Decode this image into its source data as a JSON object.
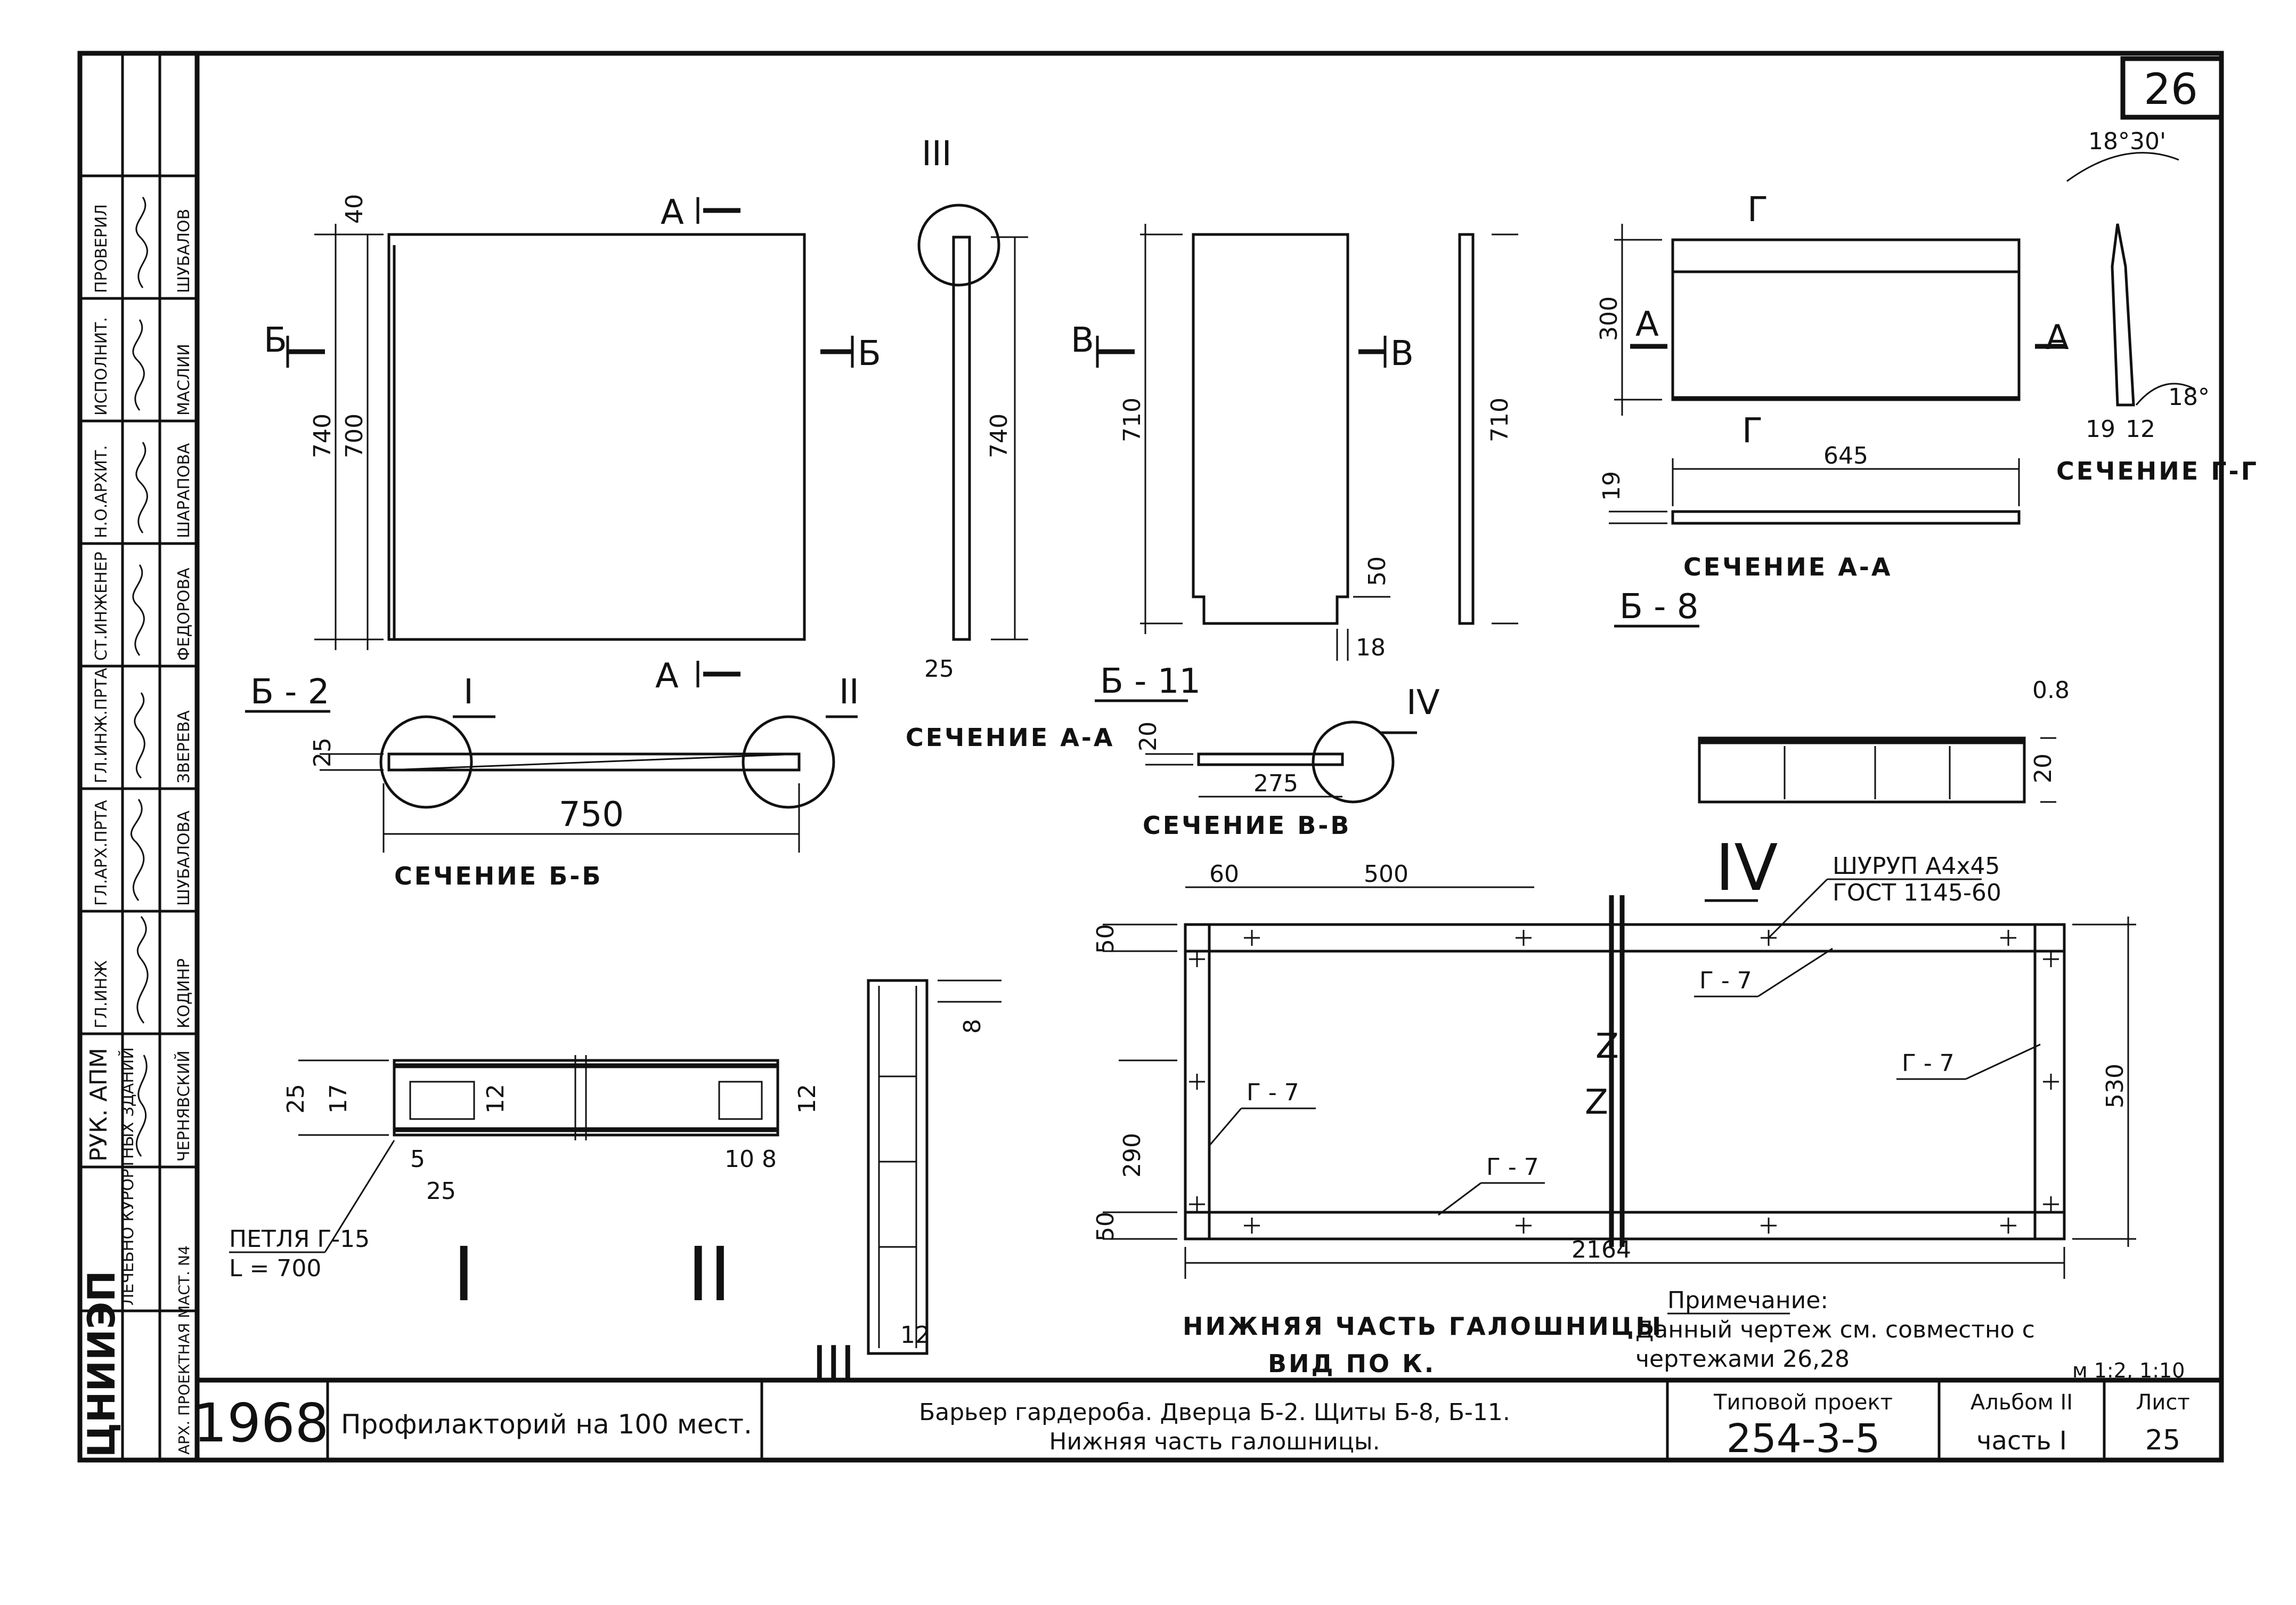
{
  "sheet": {
    "number": "26"
  },
  "stamp": {
    "org": "ЦНИИЭП",
    "dept": "ЛЕЧЕБНО КУРОРТНЫХ ЗДАНИЙ",
    "workshop": "АРХ. ПРОЕКТНАЯ МАСТ. N4",
    "roles": [
      "РУК. АПМ",
      "ГЛ.ИНЖ",
      "ГЛ.АРХ.ПРТА",
      "ГЛ.ИНЖ.ПРТА",
      "СТ.ИНЖЕНЕР",
      "Н.О.АРХИТ.",
      "ИСПОЛНИТ.",
      "ПРОВЕРИЛ"
    ],
    "names": [
      "ЧЕРНЯВСКИЙ",
      "КОДИНР",
      "ШУБАЛОВА",
      "ЗВЕРЕВА",
      "ФЕДОРОВА",
      "ШАРАПОВА",
      "МАСЛИИ",
      "ШУБАЛОВ"
    ],
    "year": "1968",
    "project_name": "Профилакторий на 100 мест.",
    "drawing_title_1": "Барьер гардероба. Дверца Б-2. Щиты Б-8, Б-11.",
    "drawing_title_2": "Нижняя часть галошницы.",
    "typical_project_label": "Типовой проект",
    "typical_project_no": "254-3-5",
    "album_label": "Альбом II",
    "album_part": "часть I",
    "list_label": "Лист",
    "list_no": "25"
  },
  "drawing": {
    "b2": {
      "name": "Б - 2",
      "dims": {
        "top": "40",
        "height_outer": "740",
        "height_inner": "700",
        "width": "750",
        "thickness": "25"
      },
      "section_marks": {
        "a": "А",
        "b": "Б"
      },
      "section_label": "СЕЧЕНИЕ Б-Б",
      "node_marks": [
        "I",
        "II"
      ]
    },
    "section_aa": {
      "mark": "III",
      "height": "740",
      "thickness": "25",
      "label": "СЕЧЕНИЕ А-А"
    },
    "b11": {
      "name": "Б - 11",
      "dims": {
        "height": "710",
        "notch": "50",
        "notch_w": "18",
        "side_height": "710",
        "width": "275",
        "thickness": "20"
      },
      "section_mark": "В",
      "section_label": "СЕЧЕНИЕ В-В",
      "node_mark": "IV"
    },
    "b8": {
      "name": "Б - 8",
      "dims": {
        "height": "300",
        "width": "645",
        "thickness": "19"
      },
      "section_marks": {
        "a": "А",
        "g": "Г"
      },
      "section_label": "СЕЧЕНИЕ А-А",
      "section_gg_label": "СЕЧЕНИЕ Г-Г",
      "angles": [
        "18°30'",
        "18°"
      ],
      "section_gg_dims": [
        "19",
        "12"
      ]
    },
    "node_iv": {
      "mark": "IV",
      "dims": [
        "0.8",
        "20"
      ]
    },
    "nodes": {
      "I": {
        "mark": "I",
        "dims": [
          "25",
          "17",
          "12",
          "5",
          "25"
        ],
        "note_1": "ПЕТЛЯ Г-15",
        "note_2": "L = 700"
      },
      "II": {
        "mark": "II",
        "dims": [
          "12",
          "10",
          "8"
        ]
      },
      "III": {
        "mark": "III",
        "dims": [
          "8",
          "12"
        ]
      }
    },
    "galoshnitsa": {
      "label_1": "НИЖНЯЯ ЧАСТЬ ГАЛОШНИЦЫ",
      "label_2": "ВИД ПО К.",
      "dims": {
        "a": "60",
        "b": "500",
        "c": "50",
        "d": "290",
        "e": "50",
        "length": "2164",
        "height": "530"
      },
      "g7": "Г - 7",
      "screw_1": "ШУРУП А4х45",
      "screw_2": "ГОСТ 1145-60",
      "break": "Z"
    },
    "note": {
      "title": "Примечание:",
      "line_1": "Данный чертеж см. совместно с",
      "line_2": "чертежами 26,28",
      "scale": "м 1:2, 1:10"
    }
  }
}
